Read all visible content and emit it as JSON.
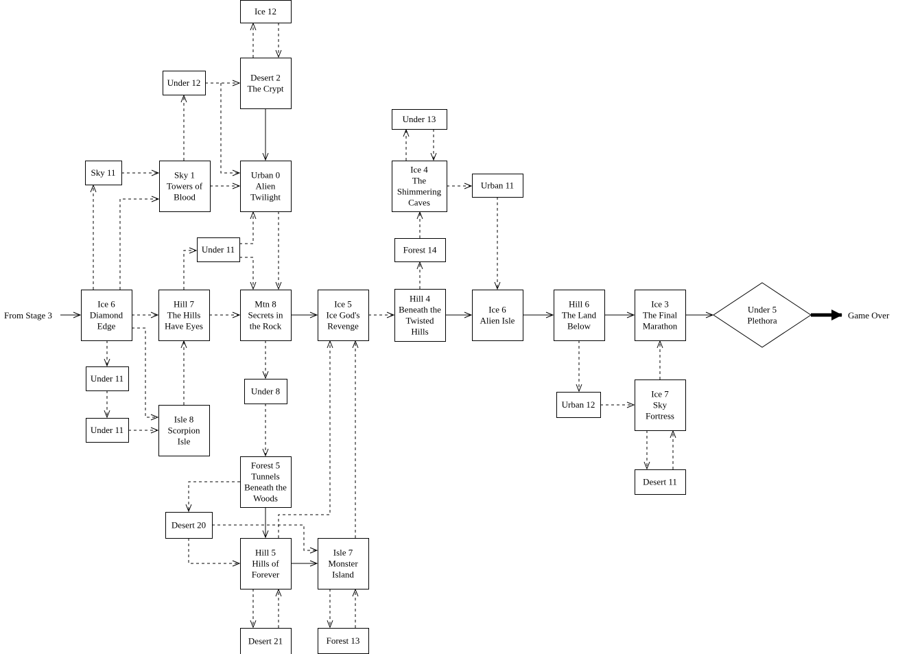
{
  "diagram": {
    "start_label": "From Stage 3",
    "end_label": "Game Over",
    "nodes": [
      {
        "id": "ice12",
        "lines": [
          "Ice 12"
        ]
      },
      {
        "id": "desert2",
        "lines": [
          "Desert 2",
          "The Crypt"
        ]
      },
      {
        "id": "under12",
        "lines": [
          "Under 12"
        ]
      },
      {
        "id": "sky11",
        "lines": [
          "Sky 11"
        ]
      },
      {
        "id": "sky1",
        "lines": [
          "Sky 1",
          "Towers of",
          "Blood"
        ]
      },
      {
        "id": "urban0",
        "lines": [
          "Urban 0",
          "Alien",
          "Twilight"
        ]
      },
      {
        "id": "under11top",
        "lines": [
          "Under 11"
        ]
      },
      {
        "id": "ice6diamond",
        "lines": [
          "Ice 6",
          "Diamond",
          "Edge"
        ]
      },
      {
        "id": "hill7",
        "lines": [
          "Hill 7",
          "The Hills",
          "Have Eyes"
        ]
      },
      {
        "id": "mtn8",
        "lines": [
          "Mtn 8",
          "Secrets in",
          "the Rock"
        ]
      },
      {
        "id": "ice5",
        "lines": [
          "Ice 5",
          "Ice God's",
          "Revenge"
        ]
      },
      {
        "id": "hill4",
        "lines": [
          "Hill 4",
          "Beneath the",
          "Twisted",
          "Hills"
        ]
      },
      {
        "id": "ice6alien",
        "lines": [
          "Ice 6",
          "Alien Isle"
        ]
      },
      {
        "id": "hill6",
        "lines": [
          "Hill 6",
          "The Land",
          "Below"
        ]
      },
      {
        "id": "ice3",
        "lines": [
          "Ice 3",
          "The Final",
          "Marathon"
        ]
      },
      {
        "id": "under5",
        "lines": [
          "Under 5",
          "Plethora"
        ]
      },
      {
        "id": "under13",
        "lines": [
          "Under 13"
        ]
      },
      {
        "id": "ice4",
        "lines": [
          "Ice 4",
          "The",
          "Shimmering",
          "Caves"
        ]
      },
      {
        "id": "urban11",
        "lines": [
          "Urban 11"
        ]
      },
      {
        "id": "forest14",
        "lines": [
          "Forest 14"
        ]
      },
      {
        "id": "under11a",
        "lines": [
          "Under 11"
        ]
      },
      {
        "id": "under11b",
        "lines": [
          "Under 11"
        ]
      },
      {
        "id": "isle8",
        "lines": [
          "Isle 8",
          "Scorpion",
          "Isle"
        ]
      },
      {
        "id": "under8",
        "lines": [
          "Under 8"
        ]
      },
      {
        "id": "forest5",
        "lines": [
          "Forest 5",
          "Tunnels",
          "Beneath the",
          "Woods"
        ]
      },
      {
        "id": "desert20",
        "lines": [
          "Desert 20"
        ]
      },
      {
        "id": "hill5",
        "lines": [
          "Hill 5",
          "Hills of",
          "Forever"
        ]
      },
      {
        "id": "isle7",
        "lines": [
          "Isle 7",
          "Monster",
          "Island"
        ]
      },
      {
        "id": "desert21",
        "lines": [
          "Desert 21"
        ]
      },
      {
        "id": "forest13",
        "lines": [
          "Forest 13"
        ]
      },
      {
        "id": "urban12",
        "lines": [
          "Urban 12"
        ]
      },
      {
        "id": "ice7",
        "lines": [
          "Ice 7",
          "Sky",
          "Fortress"
        ]
      },
      {
        "id": "desert11",
        "lines": [
          "Desert 11"
        ]
      }
    ],
    "edges": [
      {
        "from": "start",
        "to": "ice6diamond",
        "style": "solid"
      },
      {
        "from": "ice6diamond",
        "to": "hill7",
        "style": "dashed"
      },
      {
        "from": "ice6diamond",
        "to": "sky11",
        "style": "dashed"
      },
      {
        "from": "ice6diamond",
        "to": "sky1",
        "style": "dashed"
      },
      {
        "from": "ice6diamond",
        "to": "under11a",
        "style": "dashed"
      },
      {
        "from": "ice6diamond",
        "to": "isle8",
        "style": "dashed"
      },
      {
        "from": "under11a",
        "to": "under11b",
        "style": "dashed"
      },
      {
        "from": "under11b",
        "to": "isle8",
        "style": "dashed"
      },
      {
        "from": "isle8",
        "to": "hill7",
        "style": "dashed"
      },
      {
        "from": "sky11",
        "to": "sky1",
        "style": "dashed"
      },
      {
        "from": "sky1",
        "to": "under12",
        "style": "dashed"
      },
      {
        "from": "sky1",
        "to": "urban0",
        "style": "dashed"
      },
      {
        "from": "under12",
        "to": "desert2",
        "style": "dashed"
      },
      {
        "from": "under12",
        "to": "urban0",
        "style": "dashed"
      },
      {
        "from": "desert2",
        "to": "ice12",
        "style": "dashed"
      },
      {
        "from": "ice12",
        "to": "desert2",
        "style": "dashed"
      },
      {
        "from": "desert2",
        "to": "urban0",
        "style": "solid"
      },
      {
        "from": "urban0",
        "to": "mtn8",
        "style": "dashed"
      },
      {
        "from": "hill7",
        "to": "under11top",
        "style": "dashed"
      },
      {
        "from": "hill7",
        "to": "mtn8",
        "style": "dashed"
      },
      {
        "from": "under11top",
        "to": "urban0",
        "style": "dashed"
      },
      {
        "from": "under11top",
        "to": "mtn8",
        "style": "dashed"
      },
      {
        "from": "mtn8",
        "to": "ice5",
        "style": "solid"
      },
      {
        "from": "mtn8",
        "to": "under8",
        "style": "dashed"
      },
      {
        "from": "under8",
        "to": "forest5",
        "style": "dashed"
      },
      {
        "from": "forest5",
        "to": "desert20",
        "style": "dashed"
      },
      {
        "from": "forest5",
        "to": "hill5",
        "style": "solid"
      },
      {
        "from": "desert20",
        "to": "hill5",
        "style": "dashed"
      },
      {
        "from": "desert20",
        "to": "isle7",
        "style": "dashed"
      },
      {
        "from": "hill5",
        "to": "isle7",
        "style": "solid"
      },
      {
        "from": "hill5",
        "to": "desert21",
        "style": "dashed"
      },
      {
        "from": "desert21",
        "to": "hill5",
        "style": "dashed"
      },
      {
        "from": "hill5",
        "to": "ice5",
        "style": "dashed"
      },
      {
        "from": "isle7",
        "to": "ice5",
        "style": "dashed"
      },
      {
        "from": "isle7",
        "to": "forest13",
        "style": "dashed"
      },
      {
        "from": "forest13",
        "to": "isle7",
        "style": "dashed"
      },
      {
        "from": "ice5",
        "to": "hill4",
        "style": "dashed"
      },
      {
        "from": "hill4",
        "to": "forest14",
        "style": "dashed"
      },
      {
        "from": "forest14",
        "to": "ice4",
        "style": "dashed"
      },
      {
        "from": "ice4",
        "to": "under13",
        "style": "dashed"
      },
      {
        "from": "under13",
        "to": "ice4",
        "style": "dashed"
      },
      {
        "from": "ice4",
        "to": "urban11",
        "style": "dashed"
      },
      {
        "from": "urban11",
        "to": "ice6alien",
        "style": "dashed"
      },
      {
        "from": "hill4",
        "to": "ice6alien",
        "style": "solid"
      },
      {
        "from": "ice6alien",
        "to": "hill6",
        "style": "solid"
      },
      {
        "from": "hill6",
        "to": "ice3",
        "style": "solid"
      },
      {
        "from": "hill6",
        "to": "urban12",
        "style": "dashed"
      },
      {
        "from": "urban12",
        "to": "ice7",
        "style": "dashed"
      },
      {
        "from": "ice7",
        "to": "ice3",
        "style": "dashed"
      },
      {
        "from": "ice7",
        "to": "desert11",
        "style": "dashed"
      },
      {
        "from": "desert11",
        "to": "ice7",
        "style": "dashed"
      },
      {
        "from": "ice3",
        "to": "under5",
        "style": "solid"
      },
      {
        "from": "under5",
        "to": "end",
        "style": "bold"
      }
    ]
  }
}
